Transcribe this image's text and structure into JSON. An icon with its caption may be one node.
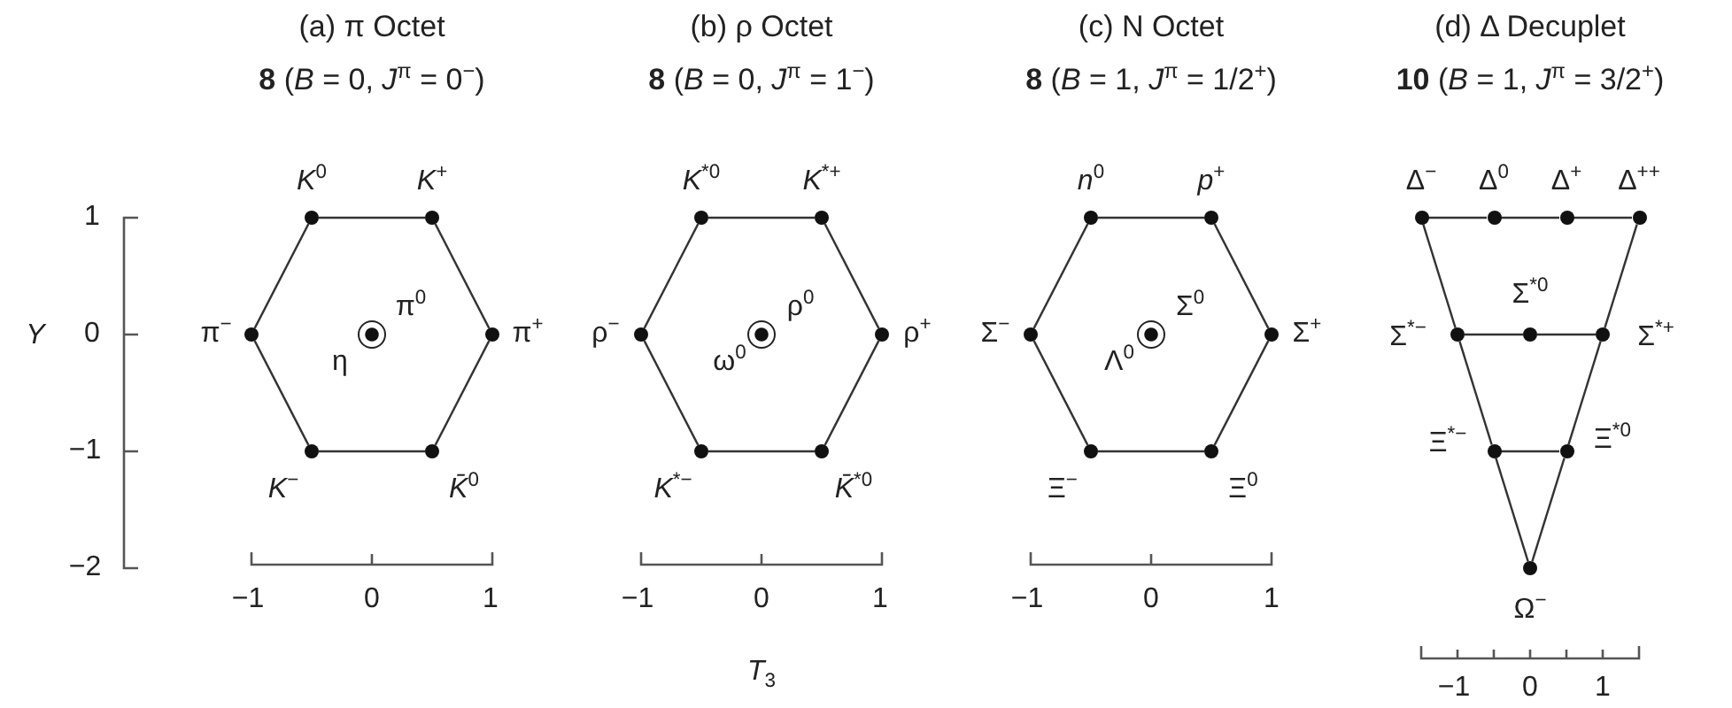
{
  "diagram": {
    "nodes": [
      {
        "text": [],
        "shape": "circle",
        "beside": [
          "*K*$^{0}$"
        ]
      },
      {
        "text": [],
        "shape": "circle",
        "beside": [
          "*K*$^{+}$"
        ]
      },
      {
        "text": [],
        "shape": "circle",
        "beside": [
          "π$^{−}$"
        ]
      },
      {
        "text": [],
        "shape": "circle",
        "beside": [
          "π$^{0}$",
          "η"
        ]
      },
      {
        "text": [],
        "shape": "circle",
        "beside": [
          "π$^{+}$"
        ]
      },
      {
        "text": [],
        "shape": "circle",
        "beside": [
          "*K*$^{−}$"
        ]
      },
      {
        "text": [],
        "shape": "circle",
        "beside": [
          "*K̄*$^{0}$"
        ]
      },
      {
        "text": [],
        "shape": "circle",
        "beside": [
          "*K*$^{*0}$"
        ]
      },
      {
        "text": [],
        "shape": "circle",
        "beside": [
          "*K*$^{*+}$"
        ]
      },
      {
        "text": [],
        "shape": "circle",
        "beside": [
          "ρ$^{−}$"
        ]
      },
      {
        "text": [],
        "shape": "circle",
        "beside": [
          "ρ$^{0}$",
          "ω$^{0}$"
        ]
      },
      {
        "text": [],
        "shape": "circle",
        "beside": [
          "ρ$^{+}$"
        ]
      },
      {
        "text": [],
        "shape": "circle",
        "beside": [
          "*K*$^{*−}$"
        ]
      },
      {
        "text": [],
        "shape": "circle",
        "beside": [
          "*K̄*$^{*0}$"
        ]
      },
      {
        "text": [],
        "shape": "circle",
        "beside": [
          "*n*$^{0}$"
        ]
      },
      {
        "text": [],
        "shape": "circle",
        "beside": [
          "*p*$^{+}$"
        ]
      },
      {
        "text": [],
        "shape": "circle",
        "beside": [
          "Σ$^{−}$"
        ]
      },
      {
        "text": [],
        "shape": "circle",
        "beside": [
          "Σ$^{0}$",
          "Λ$^{0}$"
        ]
      },
      {
        "text": [],
        "shape": "circle",
        "beside": [
          "Σ$^{+}$"
        ]
      },
      {
        "text": [],
        "shape": "circle",
        "beside": [
          "Ξ$^{−}$"
        ]
      },
      {
        "text": [],
        "shape": "circle",
        "beside": [
          "Ξ$^{0}$"
        ]
      },
      {
        "text": [],
        "shape": "circle",
        "beside": [
          "Δ$^{−}$"
        ]
      },
      {
        "text": [],
        "shape": "circle",
        "beside": [
          "Δ$^{0}$"
        ]
      },
      {
        "text": [],
        "shape": "circle",
        "beside": [
          "Δ$^{+}$"
        ]
      },
      {
        "text": [],
        "shape": "circle",
        "beside": [
          "Δ$^{++}$"
        ]
      },
      {
        "text": [],
        "shape": "circle",
        "beside": [
          "Σ$^{*−}$"
        ]
      },
      {
        "text": [],
        "shape": "circle",
        "beside": [
          "Σ$^{*0}$"
        ]
      },
      {
        "text": [],
        "shape": "circle",
        "beside": [
          "Σ$^{*+}$"
        ]
      },
      {
        "text": [],
        "shape": "circle",
        "beside": [
          "Ξ$^{*−}$"
        ]
      },
      {
        "text": [],
        "shape": "circle",
        "beside": [
          "Ξ$^{*0}$"
        ]
      },
      {
        "text": [],
        "shape": "circle",
        "beside": [
          "Ω$^{−}$"
        ]
      }
    ],
    "edges": [
      {
        "from": 0,
        "to": 1,
        "arrow": "none"
      },
      {
        "from": 1,
        "to": 4,
        "arrow": "none"
      },
      {
        "from": 4,
        "to": 6,
        "arrow": "none"
      },
      {
        "from": 6,
        "to": 5,
        "arrow": "none"
      },
      {
        "from": 5,
        "to": 2,
        "arrow": "none"
      },
      {
        "from": 2,
        "to": 0,
        "arrow": "none"
      },
      {
        "from": 7,
        "to": 8,
        "arrow": "none"
      },
      {
        "from": 8,
        "to": 11,
        "arrow": "none"
      },
      {
        "from": 11,
        "to": 13,
        "arrow": "none"
      },
      {
        "from": 13,
        "to": 12,
        "arrow": "none"
      },
      {
        "from": 12,
        "to": 9,
        "arrow": "none"
      },
      {
        "from": 9,
        "to": 7,
        "arrow": "none"
      },
      {
        "from": 14,
        "to": 15,
        "arrow": "none"
      },
      {
        "from": 15,
        "to": 18,
        "arrow": "none"
      },
      {
        "from": 18,
        "to": 20,
        "arrow": "none"
      },
      {
        "from": 20,
        "to": 19,
        "arrow": "none"
      },
      {
        "from": 19,
        "to": 16,
        "arrow": "none"
      },
      {
        "from": 16,
        "to": 14,
        "arrow": "none"
      },
      {
        "from": 21,
        "to": 22,
        "arrow": "none"
      },
      {
        "from": 22,
        "to": 23,
        "arrow": "none"
      },
      {
        "from": 23,
        "to": 24,
        "arrow": "none"
      },
      {
        "from": 25,
        "to": 26,
        "arrow": "none"
      },
      {
        "from": 26,
        "to": 27,
        "arrow": "none"
      },
      {
        "from": 28,
        "to": 29,
        "arrow": "none"
      },
      {
        "from": 21,
        "to": 25,
        "arrow": "none"
      },
      {
        "from": 25,
        "to": 28,
        "arrow": "none"
      },
      {
        "from": 28,
        "to": 30,
        "arrow": "none"
      },
      {
        "from": 24,
        "to": 27,
        "arrow": "none"
      },
      {
        "from": 27,
        "to": 29,
        "arrow": "none"
      },
      {
        "from": 29,
        "to": 30,
        "arrow": "none"
      }
    ],
    "labels": [
      "(a) π Octet",
      "(b) ρ Octet",
      "(c) N Octet",
      "(d) Δ Decuplet",
      "**8** (*B* = 0, *J*$^{π}$ = 0$^{−}$)",
      "**8** (*B* = 0, *J*$^{π}$ = 1$^{−}$)",
      "**8** (*B* = 1, *J*$^{π}$ = 1/2$^{+}$)",
      "**10** (*B* = 1, *J*$^{π}$ = 3/2$^{+}$)",
      "*Y*",
      "1",
      "0",
      "−1",
      "−2",
      "−1",
      "0",
      "1",
      "−1",
      "0",
      "1",
      "−1",
      "0",
      "1",
      "*T*$_{3}$",
      "−1",
      "0",
      "1"
    ]
  }
}
